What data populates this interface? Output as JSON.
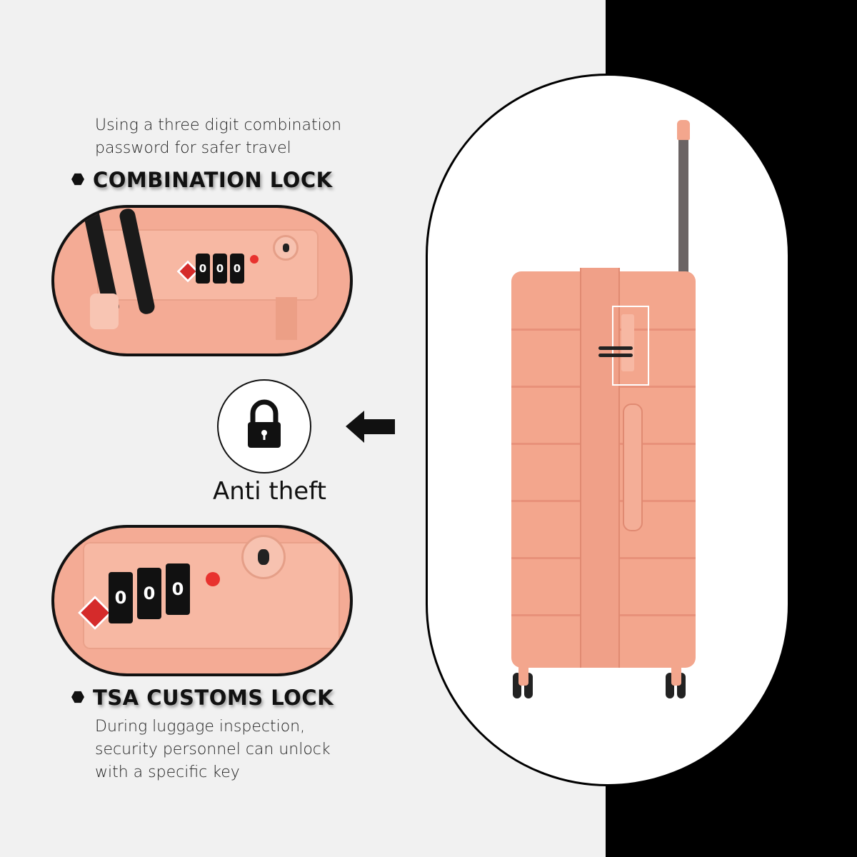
{
  "combination": {
    "description_line1": "Using a three digit combination",
    "description_line2": "password for safer travel",
    "heading": "COMBINATION LOCK"
  },
  "center": {
    "label": "Anti theft",
    "icon": "padlock-icon",
    "arrow_icon": "arrow-left-icon"
  },
  "tsa": {
    "heading": "TSA CUSTOMS LOCK",
    "description_line1": "During luggage inspection,",
    "description_line2": "security personnel can unlock",
    "description_line3": "with a specific key"
  },
  "lock_dials": [
    "0",
    "0",
    "0"
  ],
  "colors": {
    "suitcase": "#f3a68d",
    "background": "#f1f1f1",
    "panel": "#000000"
  }
}
